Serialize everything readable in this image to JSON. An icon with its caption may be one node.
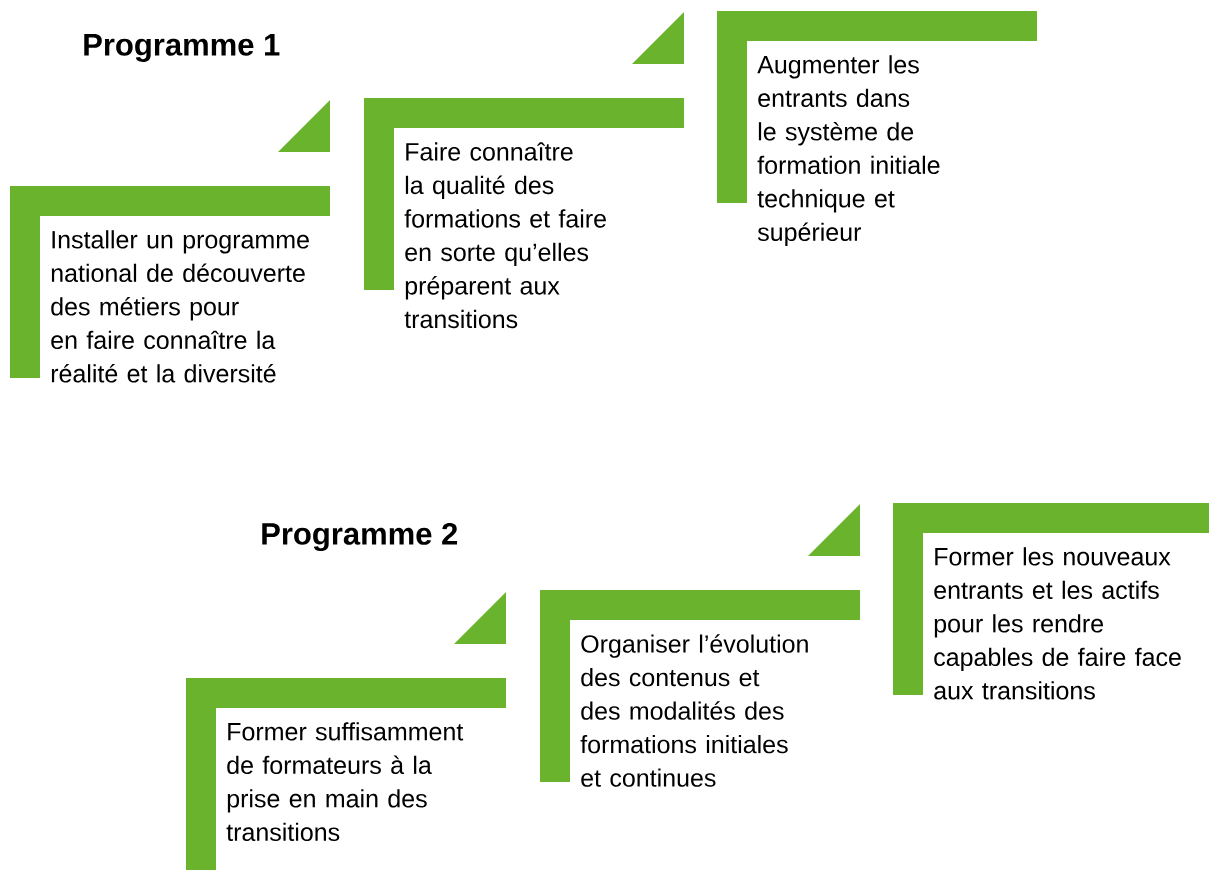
{
  "diagram": {
    "nodes": [
      {
        "text": [
          "Installer un programme national de découverte des métiers pour en faire connaître la réalité et la diversité"
        ]
      },
      {
        "text": [
          "Faire connaître la qualité des formations et faire en sorte qu’elles préparent aux transitions"
        ]
      },
      {
        "text": [
          "Augmenter les entrants dans le système de formation initiale technique et supérieur"
        ]
      },
      {
        "text": [
          "Former suffisamment de formateurs à la prise en main des transitions"
        ]
      },
      {
        "text": [
          "Organiser l’évolution des contenus et des modalités des formations initiales et continues"
        ]
      },
      {
        "text": [
          "Former les nouveaux entrants et les actifs pour les rendre capables de faire face aux transitions"
        ]
      }
    ],
    "labels": [
      "Programme 1",
      "Programme 2"
    ]
  }
}
